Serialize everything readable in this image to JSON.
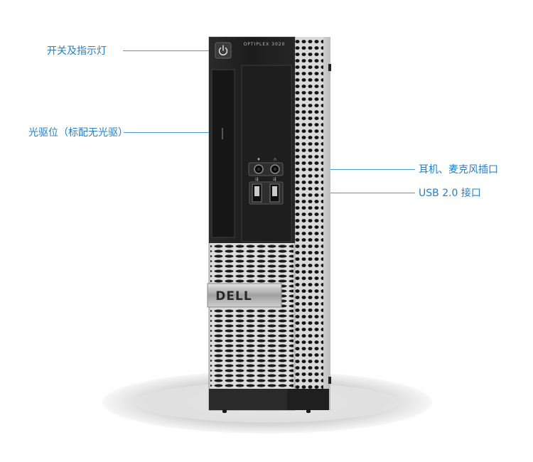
{
  "callouts": {
    "power": "开关及指示灯",
    "optical": "光驱位（标配无光驱）",
    "audio": "耳机、麦克风插口",
    "usb": "USB 2.0 接口"
  },
  "product": {
    "model_text": "OPTIPLEX 3020",
    "brand": "DELL"
  },
  "colors": {
    "callout_text": "#2a7fc0",
    "callout_line": "#4a9ad8",
    "bezel": "#1a1a1a",
    "mesh": "#d8d8d8"
  }
}
